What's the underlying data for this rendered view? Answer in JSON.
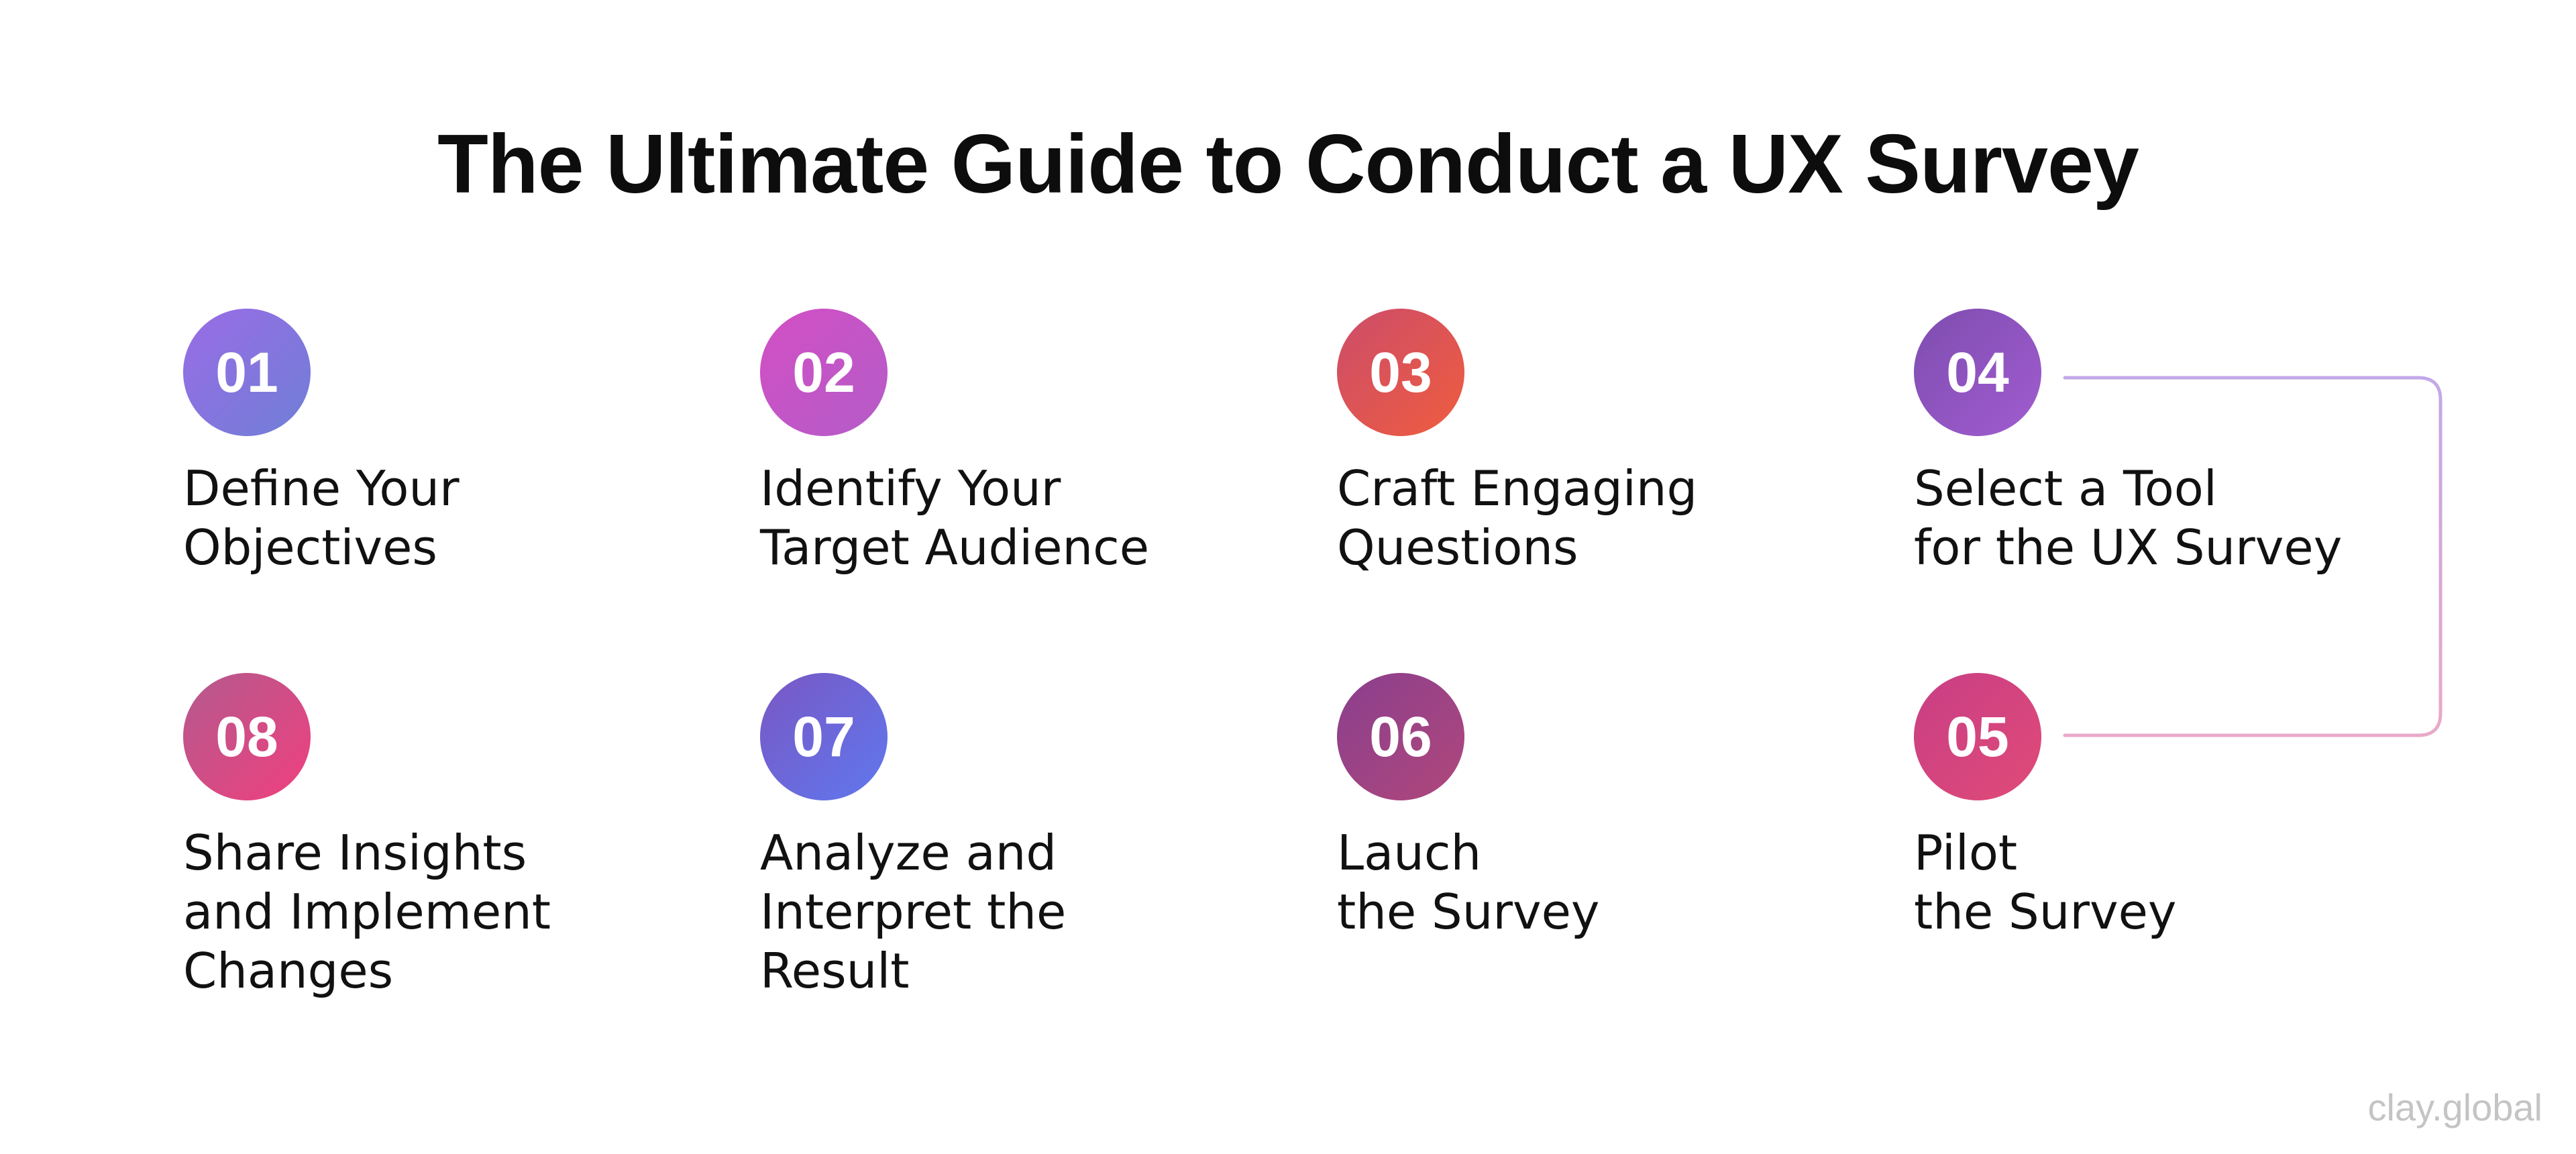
{
  "title": "The Ultimate Guide to Conduct a UX Survey",
  "watermark": "clay.global",
  "steps": [
    {
      "number": "01",
      "lines": [
        "Define Your",
        "Objectives"
      ],
      "color_start": "#9a6ce6",
      "color_end": "#6f7fd6"
    },
    {
      "number": "02",
      "lines": [
        "Identify Your",
        "Target Audience"
      ],
      "color_start": "#d24fc4",
      "color_end": "#b45cc8"
    },
    {
      "number": "03",
      "lines": [
        "Craft Engaging",
        "Questions"
      ],
      "color_start": "#cc4d6a",
      "color_end": "#ef5c3f"
    },
    {
      "number": "04",
      "lines": [
        "Select a Tool",
        "for the UX Survey"
      ],
      "color_start": "#7e4db0",
      "color_end": "#a15ccf"
    },
    {
      "number": "05",
      "lines": [
        "Pilot",
        "the Survey"
      ],
      "color_start": "#c83f86",
      "color_end": "#e04a77"
    },
    {
      "number": "06",
      "lines": [
        "Lauch",
        "the Survey"
      ],
      "color_start": "#8a3f8e",
      "color_end": "#b0477b"
    },
    {
      "number": "07",
      "lines": [
        "Analyze and",
        "Interpret the",
        "Result"
      ],
      "color_start": "#7a57c4",
      "color_end": "#5f78ee"
    },
    {
      "number": "08",
      "lines": [
        "Share Insights",
        "and Implement",
        "Changes"
      ],
      "color_start": "#b35a8e",
      "color_end": "#f0407e"
    }
  ],
  "connector_colors": {
    "purple": "#c3a5e6",
    "pink": "#e9a8c6",
    "peach": "#f1b0a6",
    "blue": "#aeb6ee"
  }
}
